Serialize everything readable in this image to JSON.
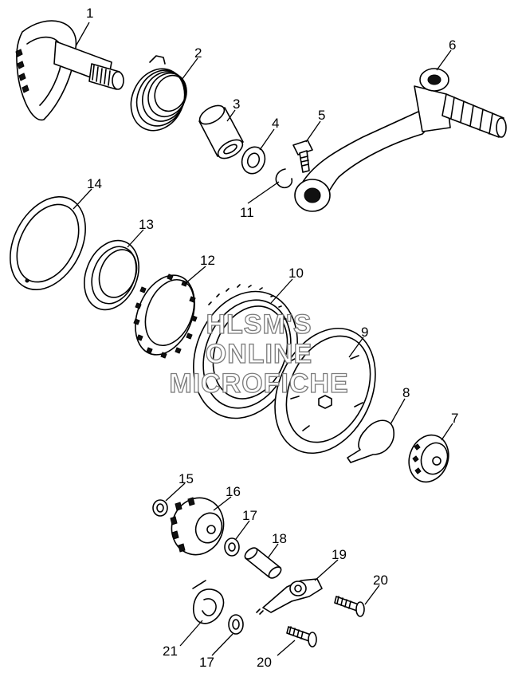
{
  "diagram": {
    "labels": [
      {
        "id": "1",
        "text": "1"
      },
      {
        "id": "2",
        "text": "2"
      },
      {
        "id": "3",
        "text": "3"
      },
      {
        "id": "4",
        "text": "4"
      },
      {
        "id": "5",
        "text": "5"
      },
      {
        "id": "6",
        "text": "6"
      },
      {
        "id": "7",
        "text": "7"
      },
      {
        "id": "8",
        "text": "8"
      },
      {
        "id": "9",
        "text": "9"
      },
      {
        "id": "10",
        "text": "10"
      },
      {
        "id": "11",
        "text": "11"
      },
      {
        "id": "12",
        "text": "12"
      },
      {
        "id": "13",
        "text": "13"
      },
      {
        "id": "14",
        "text": "14"
      },
      {
        "id": "15",
        "text": "15"
      },
      {
        "id": "16",
        "text": "16"
      },
      {
        "id": "17a",
        "text": "17"
      },
      {
        "id": "17b",
        "text": "17"
      },
      {
        "id": "18",
        "text": "18"
      },
      {
        "id": "19",
        "text": "19"
      },
      {
        "id": "20a",
        "text": "20"
      },
      {
        "id": "20b",
        "text": "20"
      },
      {
        "id": "21",
        "text": "21"
      }
    ],
    "watermark": [
      "HLSM'S",
      "ONLINE",
      "MICROFICHE"
    ]
  }
}
